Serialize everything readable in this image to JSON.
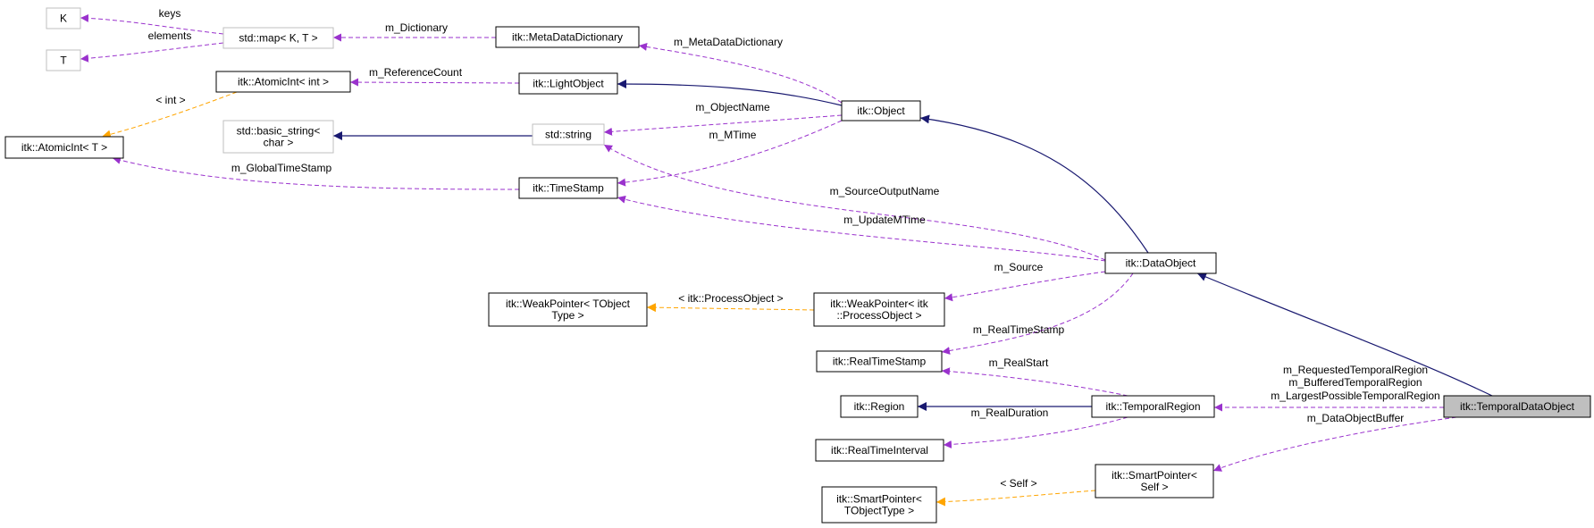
{
  "colors": {
    "inheritance": "#191970",
    "usage": "#9a32cd",
    "template": "#ffa500",
    "node_border": "#000000",
    "external_border": "#bfbfbf",
    "highlight_fill": "#bfbfbf"
  },
  "nodes": [
    {
      "id": "K",
      "lines": [
        "K"
      ],
      "style": "external"
    },
    {
      "id": "T",
      "lines": [
        "T"
      ],
      "style": "external"
    },
    {
      "id": "map",
      "lines": [
        "std::map< K, T >"
      ],
      "style": "external"
    },
    {
      "id": "meta",
      "lines": [
        "itk::MetaDataDictionary"
      ],
      "style": "normal"
    },
    {
      "id": "atomicInt",
      "lines": [
        "itk::AtomicInt< int >"
      ],
      "style": "normal"
    },
    {
      "id": "light",
      "lines": [
        "itk::LightObject"
      ],
      "style": "normal"
    },
    {
      "id": "object",
      "lines": [
        "itk::Object"
      ],
      "style": "normal"
    },
    {
      "id": "atomicT",
      "lines": [
        "itk::AtomicInt< T >"
      ],
      "style": "normal"
    },
    {
      "id": "basic",
      "lines": [
        "std::basic_string<",
        "char >"
      ],
      "style": "external"
    },
    {
      "id": "string",
      "lines": [
        "std::string"
      ],
      "style": "external"
    },
    {
      "id": "timestamp",
      "lines": [
        "itk::TimeStamp"
      ],
      "style": "normal"
    },
    {
      "id": "dataobject",
      "lines": [
        "itk::DataObject"
      ],
      "style": "normal"
    },
    {
      "id": "weakT",
      "lines": [
        "itk::WeakPointer< TObject",
        "Type >"
      ],
      "style": "normal"
    },
    {
      "id": "weakP",
      "lines": [
        "itk::WeakPointer< itk",
        "::ProcessObject >"
      ],
      "style": "normal"
    },
    {
      "id": "realts",
      "lines": [
        "itk::RealTimeStamp"
      ],
      "style": "normal"
    },
    {
      "id": "region",
      "lines": [
        "itk::Region"
      ],
      "style": "normal"
    },
    {
      "id": "temporal",
      "lines": [
        "itk::TemporalRegion"
      ],
      "style": "normal"
    },
    {
      "id": "tdo",
      "lines": [
        "itk::TemporalDataObject"
      ],
      "style": "highlight"
    },
    {
      "id": "rti",
      "lines": [
        "itk::RealTimeInterval"
      ],
      "style": "normal"
    },
    {
      "id": "spSelf",
      "lines": [
        "itk::SmartPointer<",
        "Self >"
      ],
      "style": "normal"
    },
    {
      "id": "spT",
      "lines": [
        "itk::SmartPointer<",
        "TObjectType >"
      ],
      "style": "normal"
    }
  ],
  "edges": [
    {
      "id": "e-keys",
      "from": "map",
      "to": "K",
      "kind": "usage",
      "label": [
        "keys"
      ]
    },
    {
      "id": "e-elements",
      "from": "map",
      "to": "T",
      "kind": "usage",
      "label": [
        "elements"
      ]
    },
    {
      "id": "e-dict",
      "from": "meta",
      "to": "map",
      "kind": "usage",
      "label": [
        "m_Dictionary"
      ]
    },
    {
      "id": "e-mdd",
      "from": "object",
      "to": "meta",
      "kind": "usage",
      "label": [
        "m_MetaDataDictionary"
      ]
    },
    {
      "id": "e-refcount",
      "from": "light",
      "to": "atomicInt",
      "kind": "usage",
      "label": [
        "m_ReferenceCount"
      ]
    },
    {
      "id": "e-intinst",
      "from": "atomicInt",
      "to": "atomicT",
      "kind": "template",
      "label": [
        "< int >"
      ]
    },
    {
      "id": "e-inh-light",
      "from": "object",
      "to": "light",
      "kind": "inheritance",
      "label": []
    },
    {
      "id": "e-objname",
      "from": "object",
      "to": "string",
      "kind": "usage",
      "label": [
        "m_ObjectName"
      ]
    },
    {
      "id": "e-mtime",
      "from": "object",
      "to": "timestamp",
      "kind": "usage",
      "label": [
        "m_MTime"
      ]
    },
    {
      "id": "e-inh-basic",
      "from": "string",
      "to": "basic",
      "kind": "inheritance",
      "label": []
    },
    {
      "id": "e-globalts",
      "from": "timestamp",
      "to": "atomicT",
      "kind": "usage",
      "label": [
        "m_GlobalTimeStamp"
      ]
    },
    {
      "id": "e-inh-object",
      "from": "dataobject",
      "to": "object",
      "kind": "inheritance",
      "label": []
    },
    {
      "id": "e-srcout",
      "from": "dataobject",
      "to": "string",
      "kind": "usage",
      "label": [
        "m_SourceOutputName"
      ]
    },
    {
      "id": "e-updmtime",
      "from": "dataobject",
      "to": "timestamp",
      "kind": "usage",
      "label": [
        "m_UpdateMTime"
      ]
    },
    {
      "id": "e-source",
      "from": "dataobject",
      "to": "weakP",
      "kind": "usage",
      "label": [
        "m_Source"
      ]
    },
    {
      "id": "e-realts",
      "from": "dataobject",
      "to": "realts",
      "kind": "usage",
      "label": [
        "m_RealTimeStamp"
      ]
    },
    {
      "id": "e-procinst",
      "from": "weakP",
      "to": "weakT",
      "kind": "template",
      "label": [
        "< itk::ProcessObject >"
      ]
    },
    {
      "id": "e-realstart",
      "from": "temporal",
      "to": "realts",
      "kind": "usage",
      "label": [
        "m_RealStart"
      ]
    },
    {
      "id": "e-inh-region",
      "from": "temporal",
      "to": "region",
      "kind": "inheritance",
      "label": []
    },
    {
      "id": "e-realdur",
      "from": "temporal",
      "to": "rti",
      "kind": "usage",
      "label": [
        "m_RealDuration"
      ]
    },
    {
      "id": "e-regions",
      "from": "tdo",
      "to": "temporal",
      "kind": "usage",
      "label": [
        "m_RequestedTemporalRegion",
        "m_BufferedTemporalRegion",
        "m_LargestPossibleTemporalRegion"
      ]
    },
    {
      "id": "e-inh-dataobject",
      "from": "tdo",
      "to": "dataobject",
      "kind": "inheritance",
      "label": []
    },
    {
      "id": "e-dobuffer",
      "from": "tdo",
      "to": "spSelf",
      "kind": "usage",
      "label": [
        "m_DataObjectBuffer"
      ]
    },
    {
      "id": "e-selfinst",
      "from": "spSelf",
      "to": "spT",
      "kind": "template",
      "label": [
        "< Self >"
      ]
    }
  ]
}
